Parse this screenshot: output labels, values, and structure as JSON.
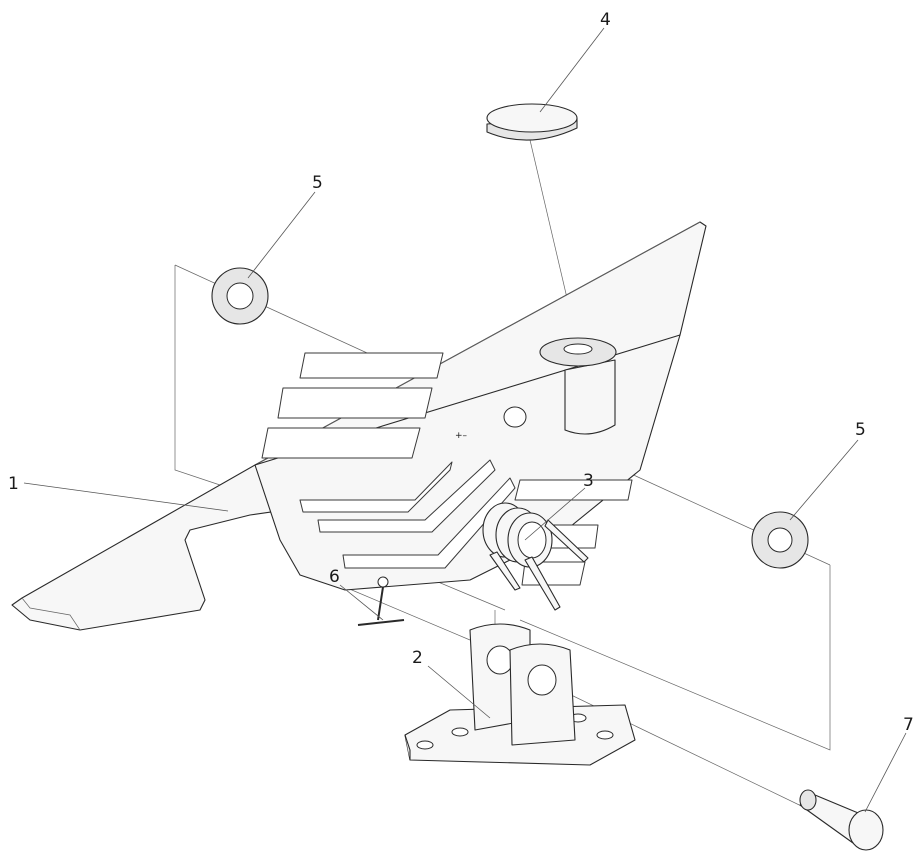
{
  "callouts": [
    {
      "id": "1",
      "label": "1"
    },
    {
      "id": "2",
      "label": "2"
    },
    {
      "id": "3",
      "label": "3"
    },
    {
      "id": "4",
      "label": "4"
    },
    {
      "id": "5a",
      "label": "5"
    },
    {
      "id": "5b",
      "label": "5"
    },
    {
      "id": "6",
      "label": "6"
    },
    {
      "id": "7",
      "label": "7"
    }
  ]
}
